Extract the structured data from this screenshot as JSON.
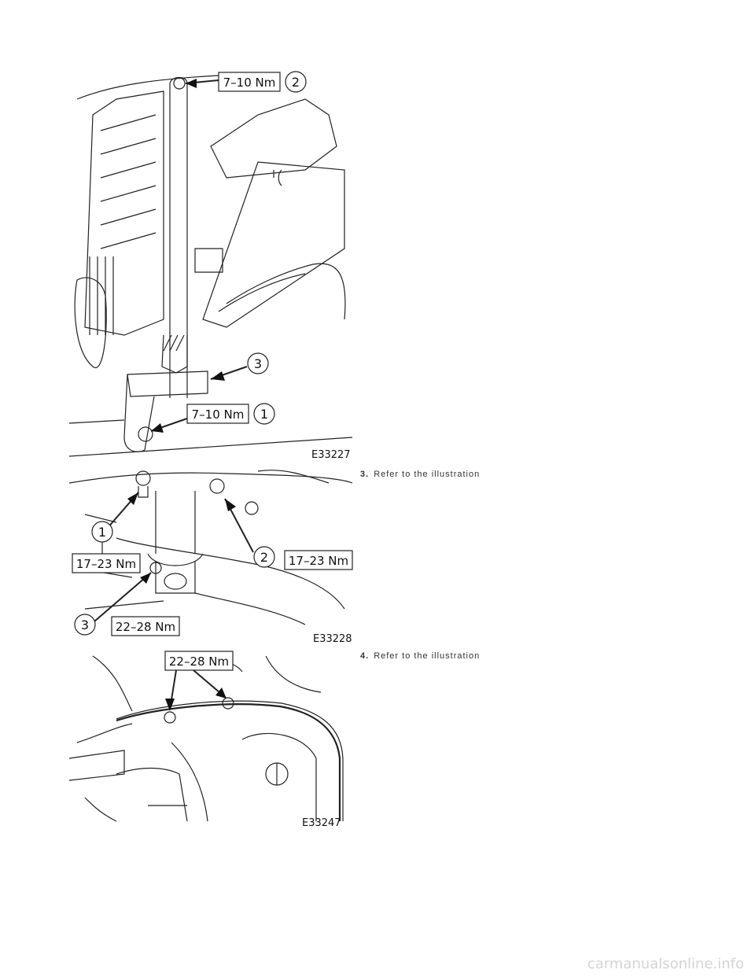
{
  "figure1": {
    "id": "E33227",
    "callouts": [
      {
        "num": "2",
        "torque": "7–10 Nm"
      },
      {
        "num": "3",
        "torque": ""
      },
      {
        "num": "1",
        "torque": "7–10 Nm"
      }
    ]
  },
  "step3": {
    "number": "3.",
    "text": "Refer to the illustration"
  },
  "figure2": {
    "id": "E33228",
    "callouts": [
      {
        "num": "1",
        "torque": "17–23 Nm"
      },
      {
        "num": "2",
        "torque": "17–23 Nm"
      },
      {
        "num": "3",
        "torque": "22–28 Nm"
      }
    ]
  },
  "step4": {
    "number": "4.",
    "text": "Refer to the illustration"
  },
  "figure3": {
    "id": "E33247",
    "callouts": [
      {
        "torque": "22–28 Nm"
      }
    ]
  },
  "watermark": "carmanualsonline.info"
}
